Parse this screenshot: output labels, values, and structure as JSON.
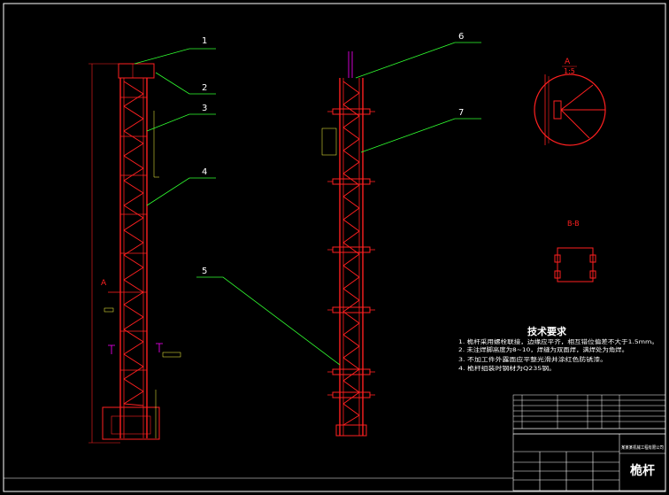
{
  "colors": {
    "background": "#000000",
    "frame": "#ffffff",
    "structure": "#ff2020",
    "leader": "#30ff30",
    "annotation": "#ffff40",
    "accent": "#ff00ff"
  },
  "callouts": [
    "1",
    "2",
    "3",
    "4",
    "5",
    "6",
    "7"
  ],
  "sections": {
    "detail_a_label": "A",
    "detail_a_scale": "1:5",
    "view_a_marker": "A",
    "section_bb_label": "B-B"
  },
  "tech": {
    "title": "技术要求",
    "items": [
      "1. 桅杆采用螺栓联接，边缘应平齐，相互错位偏差不大于1.5mm。",
      "2. 未注焊脚高度为8~10，焊缝为双面焊，满焊处为角焊。",
      "3. 不加工件外露面应平整光滑并涂红色防锈漆。",
      "4. 桅杆组装时钢材为Q235钢。"
    ]
  },
  "title_block": {
    "part_name": "桅杆",
    "org": "某某某机械工程有限公司"
  },
  "icons": {
    "detail_circle": "circle-detail-icon",
    "section_marker": "section-cut-icon"
  }
}
